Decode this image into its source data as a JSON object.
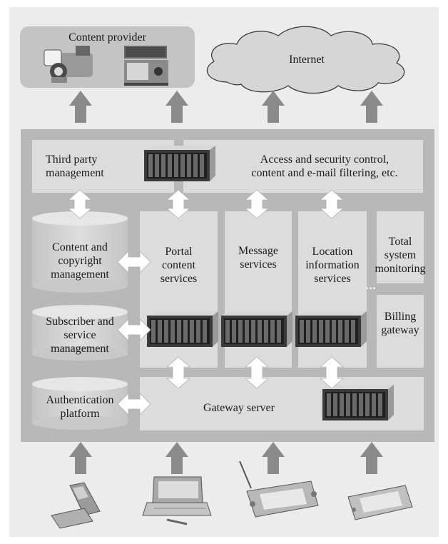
{
  "content_provider": {
    "label": "Content provider"
  },
  "internet": {
    "label": "Internet"
  },
  "third_party": {
    "label": "Third party\nmanagement"
  },
  "access_security": {
    "label": "Access and security control,\ncontent and e-mail filtering, etc."
  },
  "content_copyright": {
    "label": "Content and\ncopyright\nmanagement"
  },
  "subscriber": {
    "label": "Subscriber and\nservice\nmanagement"
  },
  "authentication": {
    "label": "Authentication\nplatform"
  },
  "portal": {
    "label": "Portal\ncontent\nservices"
  },
  "message": {
    "label": "Message\nservices"
  },
  "location": {
    "label": "Location\ninformation\nservices"
  },
  "total_monitoring": {
    "label": "Total\nsystem\nmonitoring"
  },
  "billing": {
    "label": "Billing\ngateway"
  },
  "gateway": {
    "label": "Gateway server"
  },
  "ellipsis": {
    "label": "..."
  },
  "colors": {
    "frame_bg": "#ececec",
    "platform": "#b8b8b8",
    "panel": "#dcdcdc",
    "cylinder": "#cfcfcf",
    "arrow_dark": "#8a8a8a",
    "arrow_light": "#ffffff"
  }
}
